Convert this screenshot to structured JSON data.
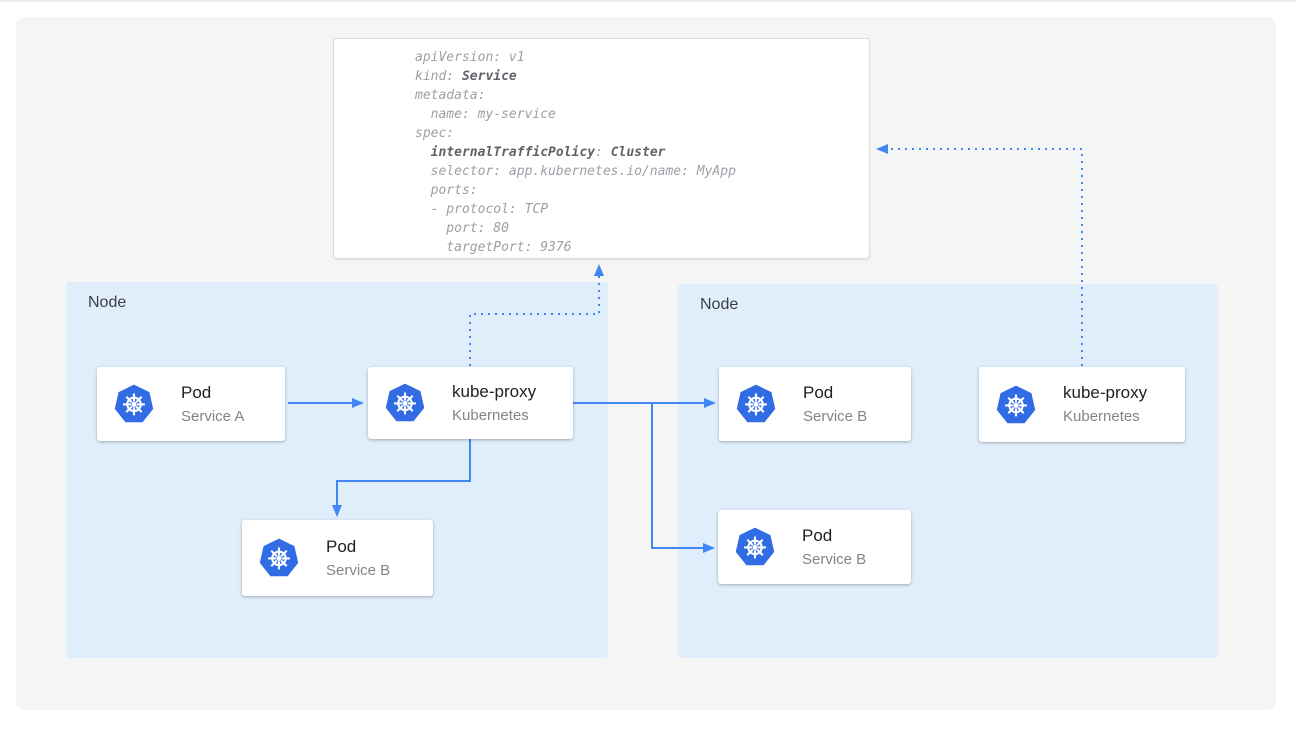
{
  "colors": {
    "accent_blue": "#4285f4",
    "kubernetes_blue": "#326ce5",
    "node_background": "#e0eefb",
    "panel_background": "#f5f5f6",
    "yaml_text": "#9aa0a6",
    "yaml_bold_text": "#5f6368",
    "card_title_text": "#202124",
    "card_subtitle_text": "#80868b"
  },
  "yaml_panel": {
    "lines": [
      {
        "tokens": [
          {
            "text": "apiVersion: v1"
          }
        ]
      },
      {
        "tokens": [
          {
            "text": "kind: "
          },
          {
            "text": "Service",
            "bold": true
          }
        ]
      },
      {
        "tokens": [
          {
            "text": "metadata:"
          }
        ]
      },
      {
        "tokens": [
          {
            "text": "  name: my-service"
          }
        ]
      },
      {
        "tokens": [
          {
            "text": "spec:"
          }
        ]
      },
      {
        "tokens": [
          {
            "text": "  "
          },
          {
            "text": "internalTrafficPolicy",
            "bold": true
          },
          {
            "text": ": "
          },
          {
            "text": "Cluster",
            "bold": true
          }
        ]
      },
      {
        "tokens": [
          {
            "text": "  selector: app.kubernetes.io/name: MyApp"
          }
        ]
      },
      {
        "tokens": [
          {
            "text": "  ports:"
          }
        ]
      },
      {
        "tokens": [
          {
            "text": "  - protocol: TCP"
          }
        ]
      },
      {
        "tokens": [
          {
            "text": "    port: 80"
          }
        ]
      },
      {
        "tokens": [
          {
            "text": "    targetPort: 9376"
          }
        ]
      }
    ]
  },
  "node_left": {
    "label": "Node"
  },
  "node_right": {
    "label": "Node"
  },
  "cards": {
    "pod_a": {
      "title": "Pod",
      "subtitle": "Service A",
      "icon": "kubernetes-icon"
    },
    "kube_proxy_left": {
      "title": "kube-proxy",
      "subtitle": "Kubernetes",
      "icon": "kubernetes-icon"
    },
    "pod_b_left": {
      "title": "Pod",
      "subtitle": "Service B",
      "icon": "kubernetes-icon"
    },
    "pod_b_right_top": {
      "title": "Pod",
      "subtitle": "Service B",
      "icon": "kubernetes-icon"
    },
    "pod_b_right_bottom": {
      "title": "Pod",
      "subtitle": "Service B",
      "icon": "kubernetes-icon"
    },
    "kube_proxy_right": {
      "title": "kube-proxy",
      "subtitle": "Kubernetes",
      "icon": "kubernetes-icon"
    }
  }
}
